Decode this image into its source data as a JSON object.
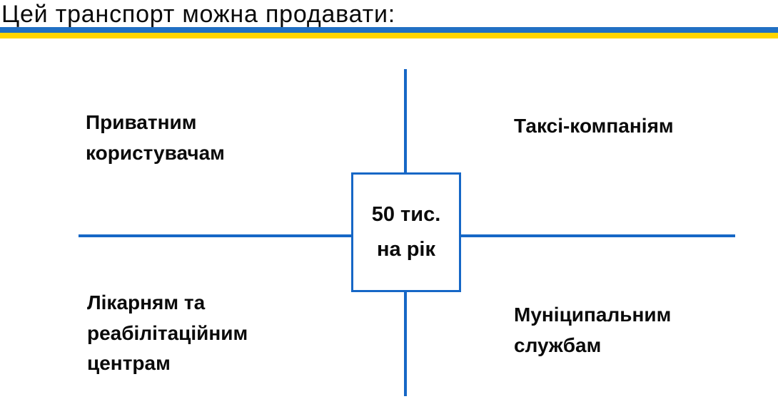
{
  "header": {
    "title": "Цей транспорт можна продавати:"
  },
  "colors": {
    "connector_blue": "#1667C6",
    "flag_stripe_blue": "#2170C4",
    "flag_stripe_yellow": "#FFD500",
    "text_black": "#0A0A0A",
    "background": "#FFFFFF"
  },
  "diagram": {
    "center": {
      "line1": "50 тис.",
      "line2": "на рік"
    },
    "quadrants": {
      "top_left": "Приватним користувачам",
      "top_right": "Таксі-компаніям",
      "bottom_left": "Лікарням та реабілітаційним центрам",
      "bottom_right": "Муніципальним службам"
    }
  }
}
